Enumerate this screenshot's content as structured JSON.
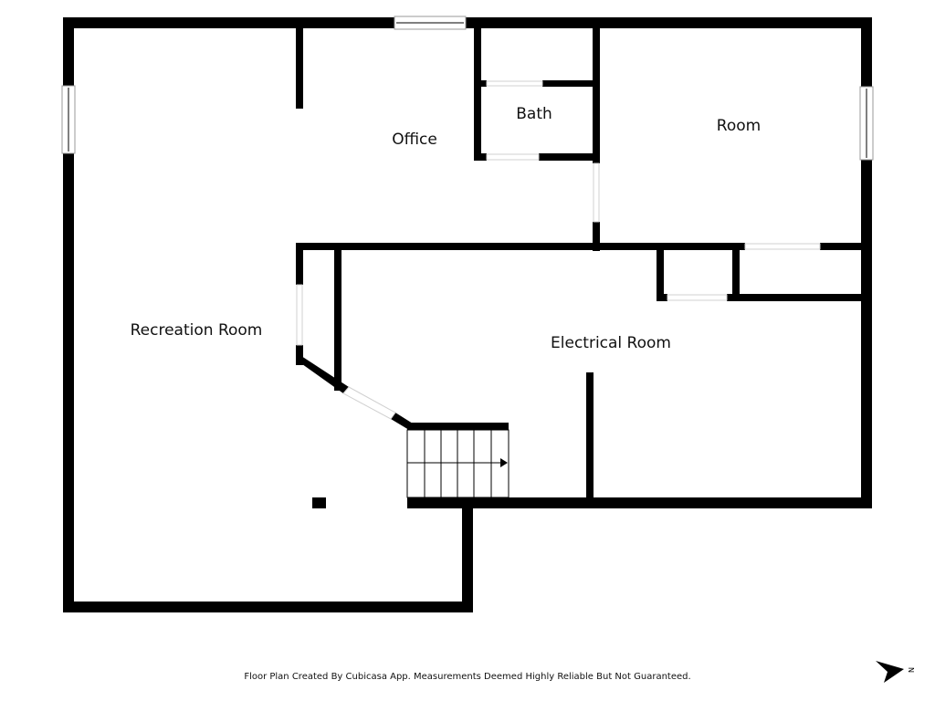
{
  "floor_plan": {
    "rooms": {
      "office": "Office",
      "bath": "Bath",
      "room": "Room",
      "recreation_room": "Recreation Room",
      "electrical_room": "Electrical Room"
    },
    "compass": {
      "icon": "north-arrow-icon",
      "label": "N"
    }
  },
  "footer": {
    "disclaimer": "Floor Plan Created By Cubicasa App. Measurements Deemed Highly Reliable But Not Guaranteed."
  },
  "colors": {
    "wall": "#000000",
    "background": "#ffffff",
    "window": "#9a9a9a"
  }
}
